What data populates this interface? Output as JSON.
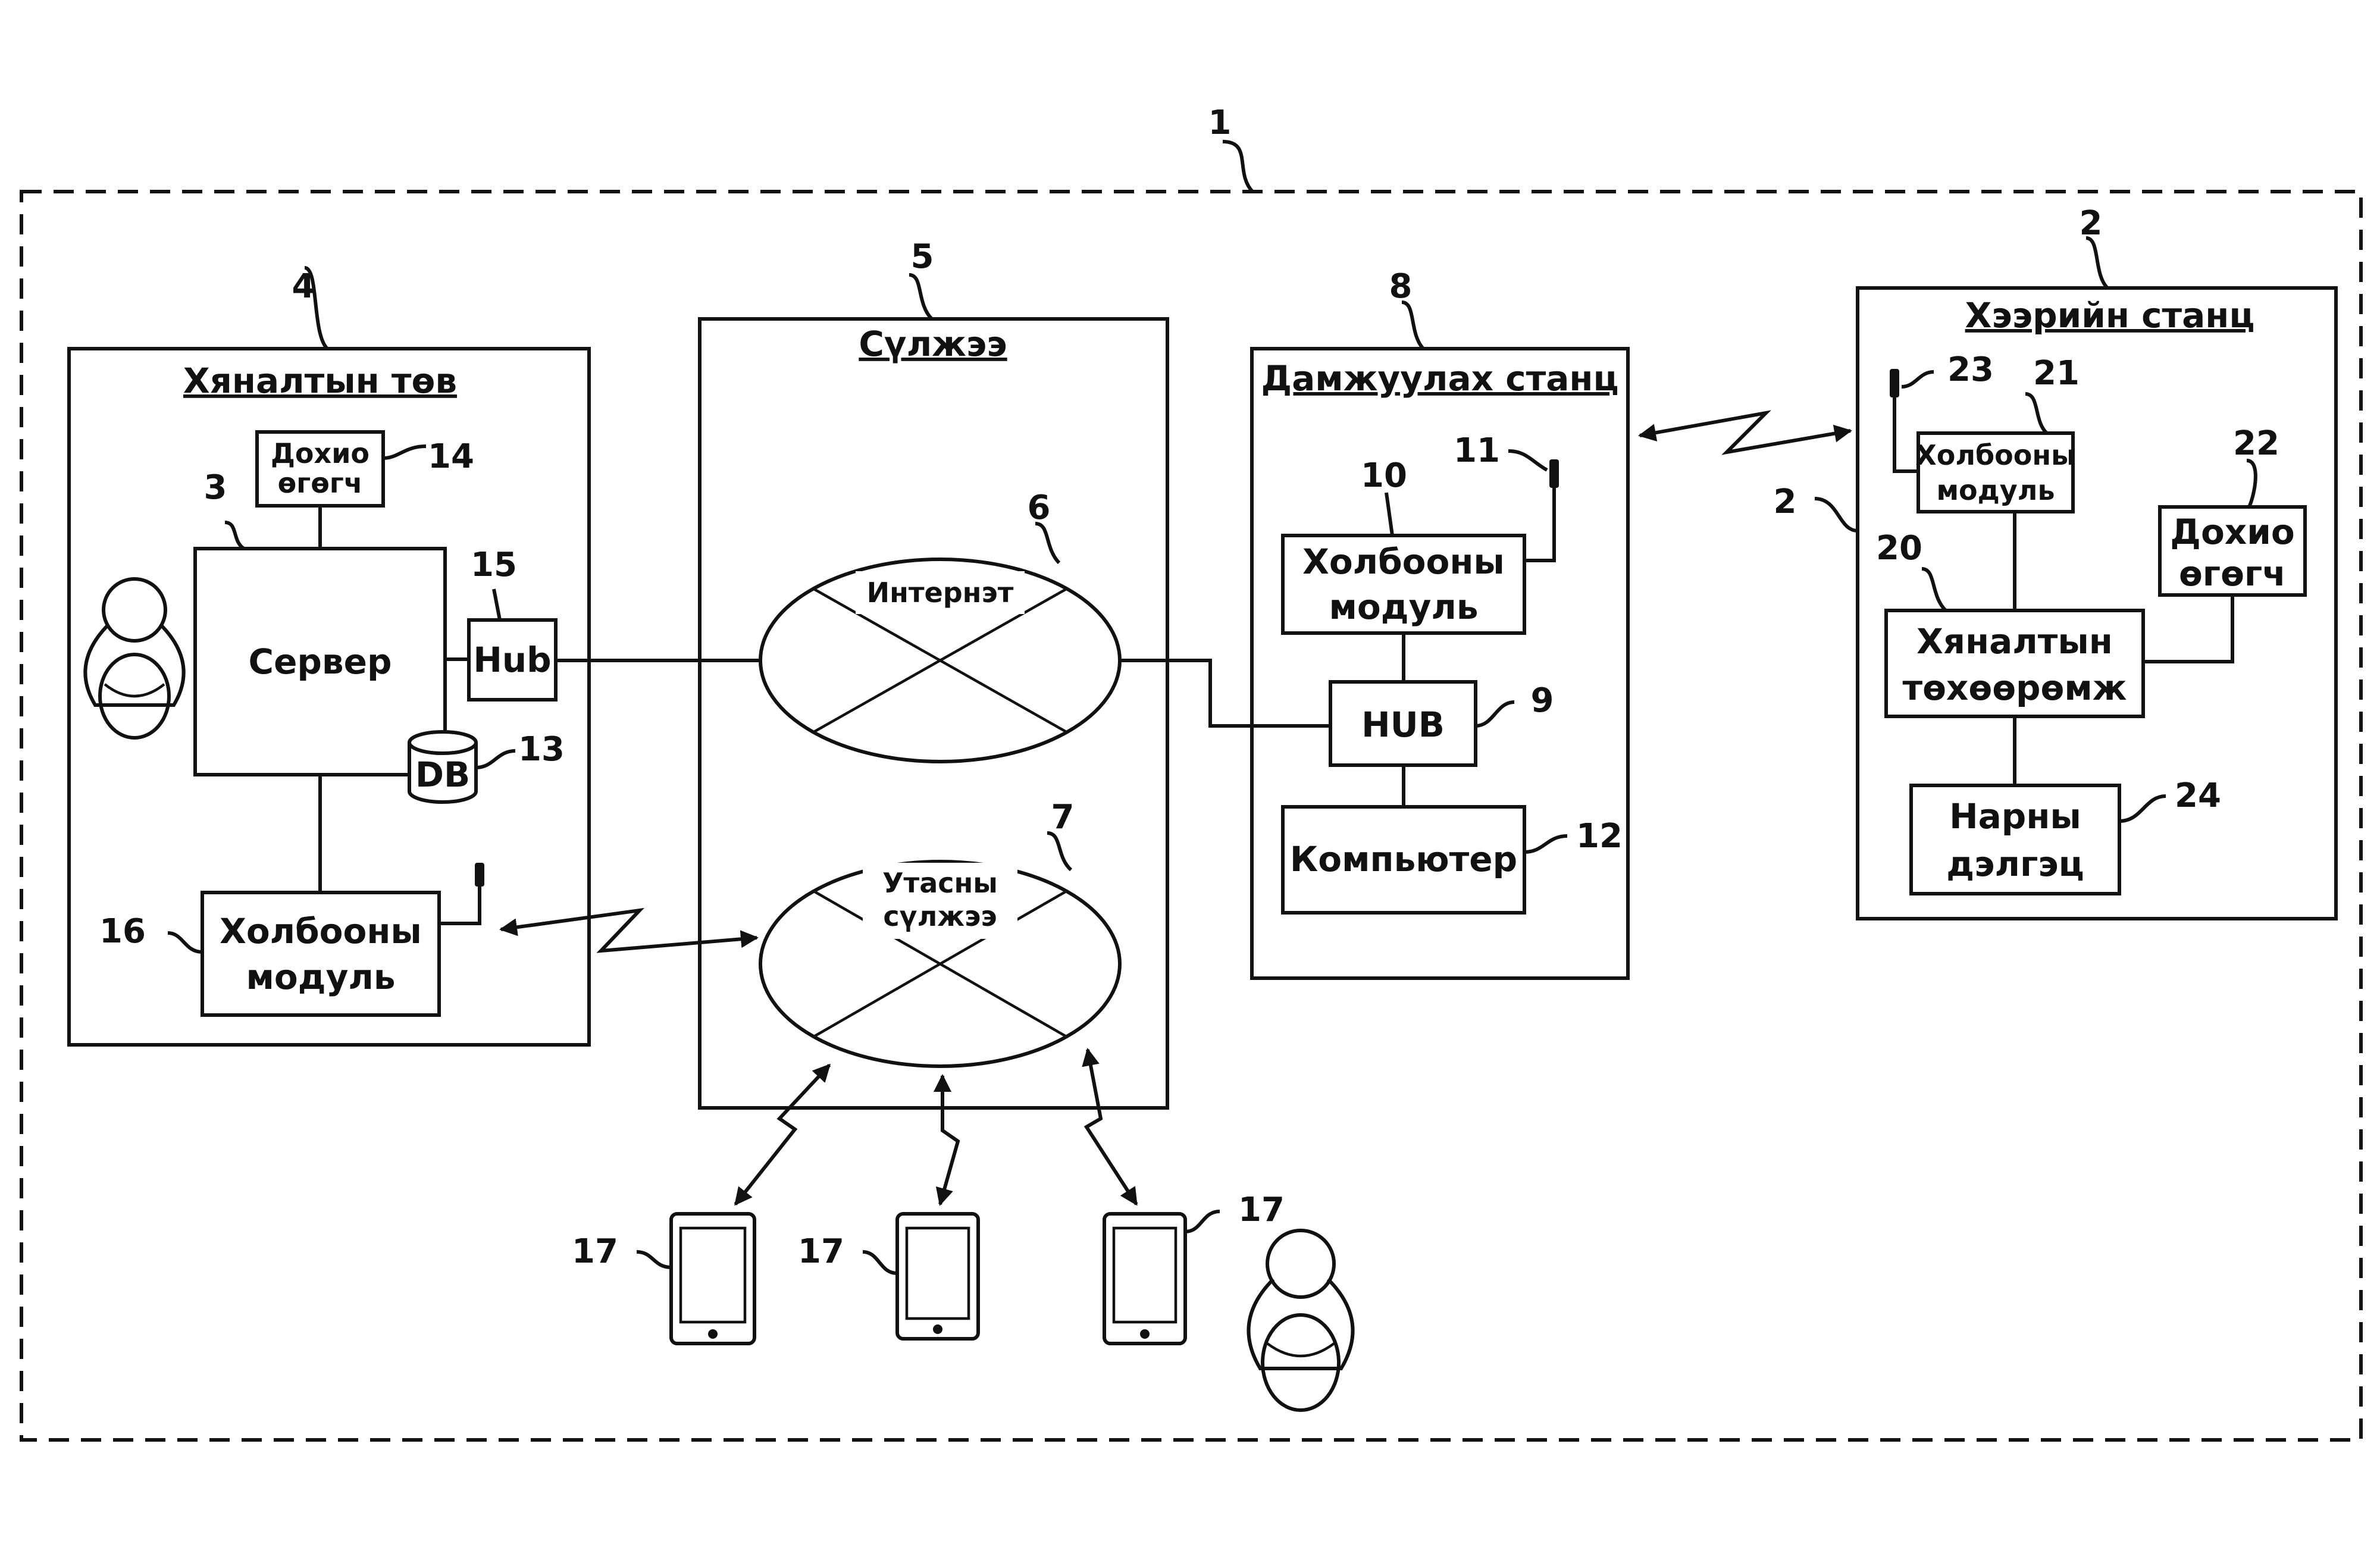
{
  "refs": {
    "system": "1",
    "field_station_outer": "2",
    "field_station_inner": "2",
    "server": "3",
    "control_center": "4",
    "network": "5",
    "internet": "6",
    "phone_network": "7",
    "relay_station": "8",
    "relay_hub": "9",
    "relay_comm_module": "10",
    "relay_antenna": "11",
    "relay_computer": "12",
    "db": "13",
    "cc_alarm": "14",
    "cc_hub": "15",
    "cc_comm_module": "16",
    "mobile_a": "17",
    "mobile_b": "17",
    "mobile_c": "17",
    "fs_control_device": "20",
    "fs_comm_module": "21",
    "fs_alarm": "22",
    "fs_antenna": "23",
    "fs_solar_panel": "24"
  },
  "control_center": {
    "title": "Хяналтын төв",
    "alarm": [
      "Дохио",
      "өгөгч"
    ],
    "server": "Сервер",
    "hub": "Hub",
    "db": "DB",
    "comm_module": [
      "Холбооны",
      "модуль"
    ]
  },
  "network": {
    "title": "Сүлжээ",
    "internet": "Интернэт",
    "phone_network": [
      "Утасны",
      "сүлжээ"
    ]
  },
  "relay_station": {
    "title": "Дамжуулах станц",
    "comm_module": [
      "Холбооны",
      "модуль"
    ],
    "hub": "HUB",
    "computer": "Компьютер"
  },
  "field_station": {
    "title": "Хээрийн станц",
    "comm_module": [
      "Холбооны",
      "модуль"
    ],
    "alarm": [
      "Дохио",
      "өгөгч"
    ],
    "control_device": [
      "Хяналтын",
      "төхөөрөмж"
    ],
    "solar_panel": [
      "Нарны",
      "дэлгэц"
    ]
  }
}
